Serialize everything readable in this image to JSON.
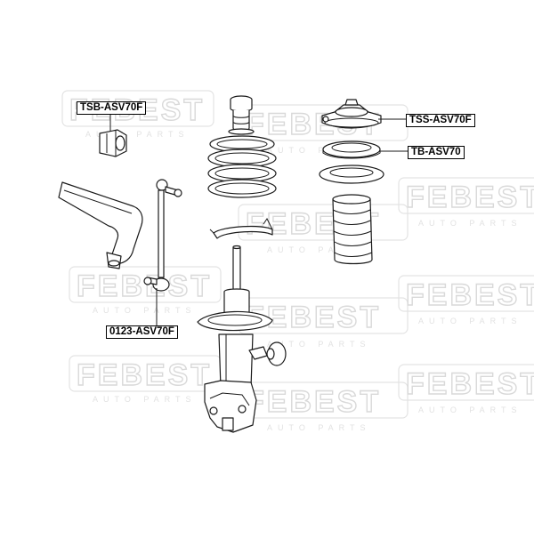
{
  "watermark": {
    "brand": "FEBEST",
    "tagline": "AUTO PARTS"
  },
  "labels": {
    "stabilizer_bushing": "TSB-ASV70F",
    "strut_mount": "TSS-ASV70F",
    "bearing": "TB-ASV70",
    "stabilizer_link": "0123-ASV70F"
  },
  "colors": {
    "line": "#1a1a1a",
    "watermark": "#d9d9d9",
    "background": "#ffffff"
  }
}
